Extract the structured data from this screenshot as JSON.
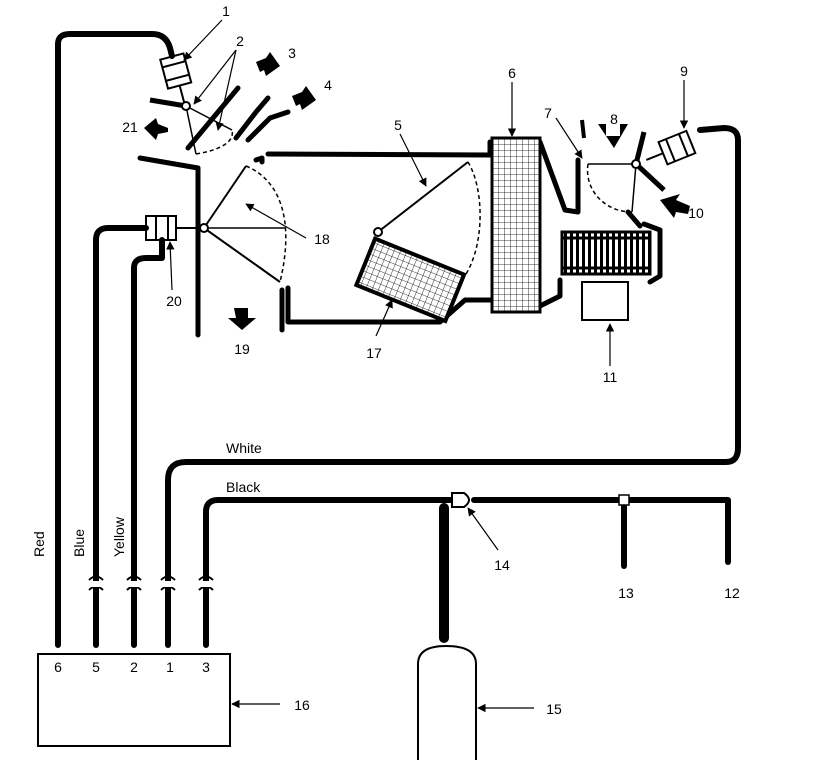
{
  "wire_labels": {
    "red": "Red",
    "blue": "Blue",
    "yellow": "Yellow",
    "white": "White",
    "black": "Black"
  },
  "callouts": [
    "1",
    "2",
    "3",
    "4",
    "5",
    "6",
    "7",
    "8",
    "9",
    "10",
    "11",
    "12",
    "13",
    "14",
    "15",
    "16",
    "17",
    "18",
    "19",
    "20",
    "21"
  ],
  "module_terminals": [
    "6",
    "5",
    "2",
    "1",
    "3"
  ],
  "colors": {
    "line": "#000000",
    "background": "#ffffff"
  }
}
